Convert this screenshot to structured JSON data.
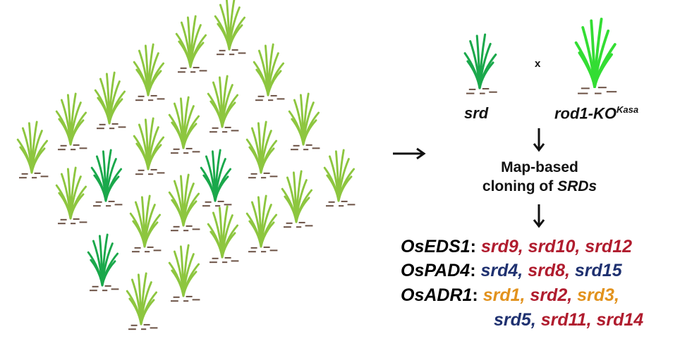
{
  "cross": {
    "parent1": "srd",
    "times": "x",
    "parent2_main": "rod1-KO",
    "parent2_sup": "Kasa"
  },
  "step": {
    "line1": "Map-based",
    "line2_pre": "cloning of ",
    "line2_it": "SRDs"
  },
  "genes": [
    {
      "gene": "OsEDS1",
      "alleles": [
        {
          "name": "srd9",
          "color": "red"
        },
        {
          "name": "srd10",
          "color": "red"
        },
        {
          "name": "srd12",
          "color": "red"
        }
      ]
    },
    {
      "gene": "OsPAD4",
      "alleles": [
        {
          "name": "srd4",
          "color": "blue"
        },
        {
          "name": "srd8",
          "color": "red"
        },
        {
          "name": "srd15",
          "color": "blue"
        }
      ]
    },
    {
      "gene": "OsADR1",
      "alleles": [
        {
          "name": "srd1",
          "color": "orange"
        },
        {
          "name": "srd2",
          "color": "red"
        },
        {
          "name": "srd3",
          "color": "orange"
        },
        {
          "name": "srd5",
          "color": "blue"
        },
        {
          "name": "srd11",
          "color": "red"
        },
        {
          "name": "srd14",
          "color": "red"
        }
      ]
    }
  ],
  "colors": {
    "red": "#b01c2e",
    "blue": "#1f3170",
    "orange": "#e2921d",
    "light_plant": "#8dc63f",
    "dark_plant": "#1aa84b",
    "bright_plant": "#33dd33",
    "soil": "#6b5144"
  }
}
